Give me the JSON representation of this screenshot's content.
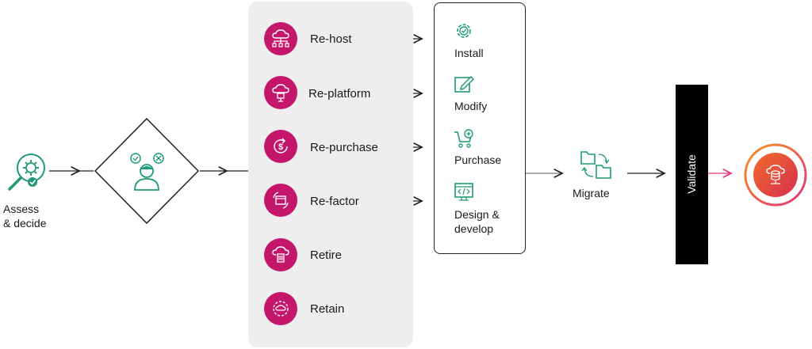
{
  "start": {
    "label_line1": "Assess",
    "label_line2": "& decide",
    "icon": "magnifier-gear-icon"
  },
  "decision": {
    "icon": "person-thinking-icon"
  },
  "options": [
    {
      "label": "Re-host",
      "icon": "cloud-network-icon"
    },
    {
      "label": "Re-platform",
      "icon": "cloud-server-icon"
    },
    {
      "label": "Re-purchase",
      "icon": "dollar-refresh-icon"
    },
    {
      "label": "Re-factor",
      "icon": "window-refresh-icon"
    },
    {
      "label": "Retire",
      "icon": "cloud-trash-icon"
    },
    {
      "label": "Retain",
      "icon": "cloud-gear-icon"
    }
  ],
  "steps": [
    {
      "label": "Install",
      "icon": "gear-check-icon"
    },
    {
      "label": "Modify",
      "icon": "pencil-edit-icon"
    },
    {
      "label": "Purchase",
      "icon": "shopping-cart-plus-icon"
    },
    {
      "label_line1": "Design &",
      "label_line2": "develop",
      "icon": "browser-code-icon"
    }
  ],
  "migrate": {
    "label": "Migrate",
    "icon": "folder-transfer-icon"
  },
  "validate": {
    "label": "Validate"
  },
  "end": {
    "icon": "cloud-database-icon"
  },
  "colors": {
    "magenta": "#c4176c",
    "green": "#1f9a76",
    "orange": "#f26b2a",
    "pink": "#e2337c"
  }
}
